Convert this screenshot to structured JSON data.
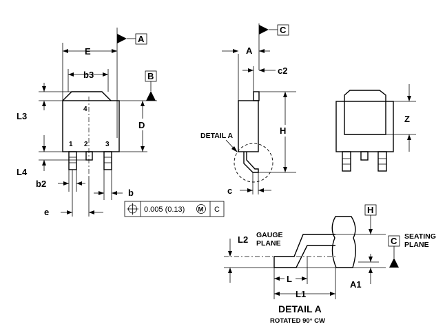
{
  "datums": {
    "a": "A",
    "b": "B",
    "c": "C",
    "h": "H"
  },
  "dims": {
    "E": "E",
    "b3": "b3",
    "L3": "L3",
    "D": "D",
    "L4": "L4",
    "b2": "b2",
    "b": "b",
    "e": "e",
    "A": "A",
    "c2": "c2",
    "H": "H",
    "c": "c",
    "Z": "Z",
    "L2": "L2",
    "L": "L",
    "L1": "L1",
    "A1": "A1"
  },
  "pins": {
    "p1": "1",
    "p2": "2",
    "p3": "3",
    "p4": "4"
  },
  "tolerance": {
    "value": "0.005 (0.13)",
    "modifier": "M",
    "datum": "C"
  },
  "notes": {
    "detail_callout": "DETAIL A",
    "gauge_1": "GAUGE",
    "gauge_2": "PLANE",
    "seating_1": "SEATING",
    "seating_2": "PLANE",
    "detail_title": "DETAIL A",
    "detail_subtitle": "ROTATED 90° CW"
  }
}
